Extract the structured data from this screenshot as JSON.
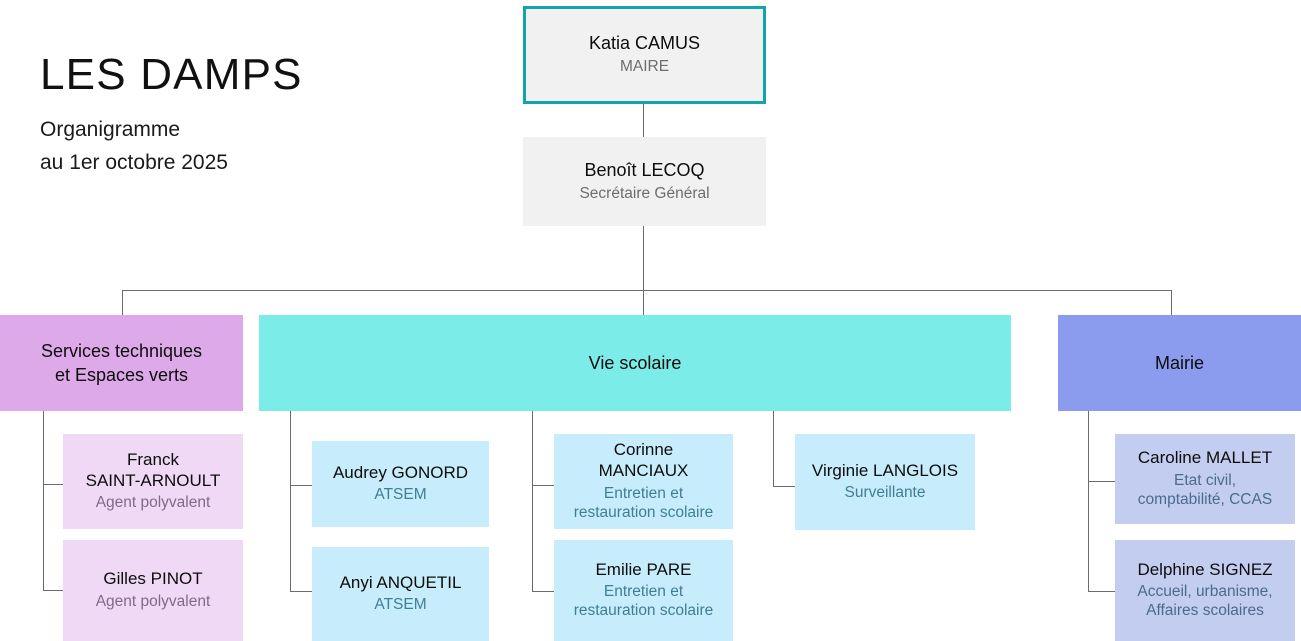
{
  "header": {
    "title": "LES DAMPS",
    "subtitle_line1": "Organigramme",
    "subtitle_line2": "au 1er octobre 2025"
  },
  "colors": {
    "accent_border": "#12a3ae",
    "exec_fill": "#f1f1f1",
    "dept_technique": "#dda9e8",
    "dept_scolaire": "#7bece8",
    "dept_mairie": "#8b9bee",
    "staff_technique": "#f0d9f5",
    "staff_scolaire": "#c7ecfb",
    "staff_mairie": "#c3cdef",
    "connector": "#6b6b6b"
  },
  "executives": [
    {
      "name": "Katia CAMUS",
      "role": "MAIRE"
    },
    {
      "name": "Benoît LECOQ",
      "role": "Secrétaire Général"
    }
  ],
  "departments": [
    {
      "id": "services-techniques",
      "title_line1": "Services techniques",
      "title_line2": "et Espaces verts",
      "staff": [
        {
          "name_line1": "Franck",
          "name_line2": "SAINT-ARNOULT",
          "role_line1": "Agent polyvalent",
          "role_line2": ""
        },
        {
          "name_line1": "Gilles PINOT",
          "name_line2": "",
          "role_line1": "Agent polyvalent",
          "role_line2": ""
        }
      ]
    },
    {
      "id": "vie-scolaire",
      "title_line1": "Vie scolaire",
      "title_line2": "",
      "staff": [
        {
          "name_line1": "Audrey GONORD",
          "name_line2": "",
          "role_line1": "ATSEM",
          "role_line2": ""
        },
        {
          "name_line1": "Anyi ANQUETIL",
          "name_line2": "",
          "role_line1": "ATSEM",
          "role_line2": ""
        },
        {
          "name_line1": "Corinne",
          "name_line2": "MANCIAUX",
          "role_line1": "Entretien et",
          "role_line2": "restauration scolaire"
        },
        {
          "name_line1": "Emilie PARE",
          "name_line2": "",
          "role_line1": "Entretien et",
          "role_line2": "restauration scolaire"
        },
        {
          "name_line1": "Virginie LANGLOIS",
          "name_line2": "",
          "role_line1": "Surveillante",
          "role_line2": ""
        }
      ]
    },
    {
      "id": "mairie",
      "title_line1": "Mairie",
      "title_line2": "",
      "staff": [
        {
          "name_line1": "Caroline MALLET",
          "name_line2": "",
          "role_line1": "Etat civil,",
          "role_line2": "comptabilité, CCAS"
        },
        {
          "name_line1": "Delphine SIGNEZ",
          "name_line2": "",
          "role_line1": "Accueil, urbanisme,",
          "role_line2": "Affaires scolaires"
        }
      ]
    }
  ]
}
